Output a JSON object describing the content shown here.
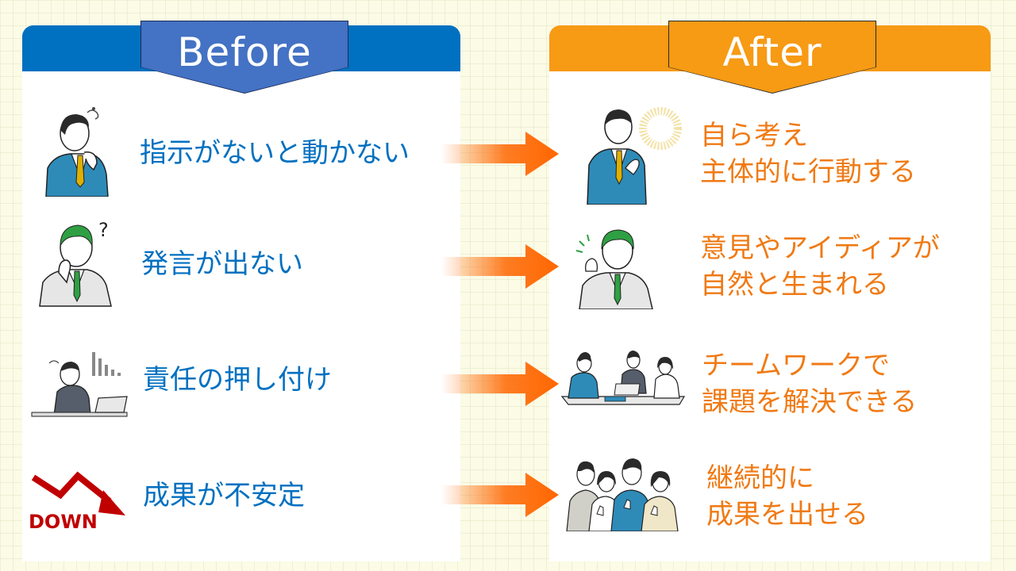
{
  "before": {
    "title": "Before",
    "items": [
      {
        "label": "指示がないと動かない"
      },
      {
        "label": "発言が出ない"
      },
      {
        "label": "責任の押し付け"
      },
      {
        "label": "成果が不安定",
        "badge": "DOWN"
      }
    ]
  },
  "after": {
    "title": "After",
    "items": [
      {
        "line1": "自ら考え",
        "line2": "主体的に行動する"
      },
      {
        "line1": "意見やアイディアが",
        "line2": "自然と生まれる"
      },
      {
        "line1": "チームワークで",
        "line2": "課題を解決できる"
      },
      {
        "line1": "継続的に",
        "line2": "成果を出せる"
      }
    ]
  },
  "colors": {
    "before_blue": "#0070c0",
    "before_tab": "#4472c4",
    "after_orange": "#f79a14",
    "after_text": "#f07a14",
    "arrow_orange": "#ff6600",
    "down_red": "#c00000",
    "background": "#fbfbe6"
  },
  "icons": [
    "thinking-man-icon",
    "confused-man-icon",
    "stressed-worker-icon",
    "down-trend-icon",
    "confident-man-icon",
    "idea-man-icon",
    "team-meeting-icon",
    "thumbs-up-team-icon",
    "right-arrow-icon"
  ]
}
